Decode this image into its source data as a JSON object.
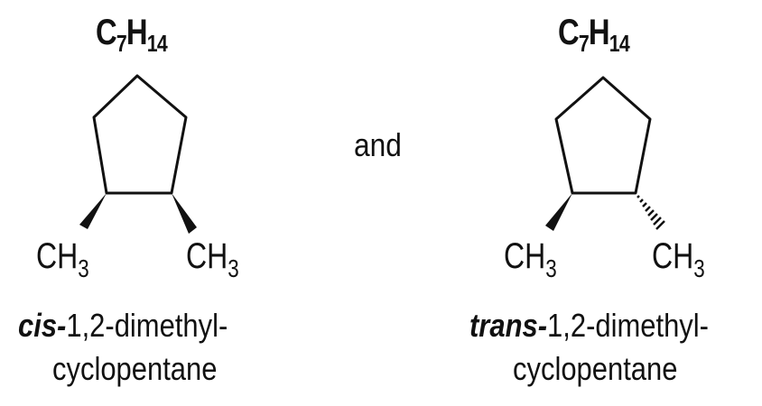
{
  "molecules": [
    {
      "formula": {
        "element1": "C",
        "count1": "7",
        "element2": "H",
        "count2": "14"
      },
      "methyl": {
        "text": "CH",
        "subscript": "3"
      },
      "name_prefix": "cis-",
      "name_line1_rest": "1,2-dimethyl-",
      "name_line2": "cyclopentane",
      "stereo": {
        "left_bond": "wedge",
        "right_bond": "wedge"
      }
    },
    {
      "formula": {
        "element1": "C",
        "count1": "7",
        "element2": "H",
        "count2": "14"
      },
      "methyl": {
        "text": "CH",
        "subscript": "3"
      },
      "name_prefix": "trans-",
      "name_line1_rest": "1,2-dimethyl-",
      "name_line2": "cyclopentane",
      "stereo": {
        "left_bond": "wedge",
        "right_bond": "hash"
      }
    }
  ],
  "conjunction": "and"
}
